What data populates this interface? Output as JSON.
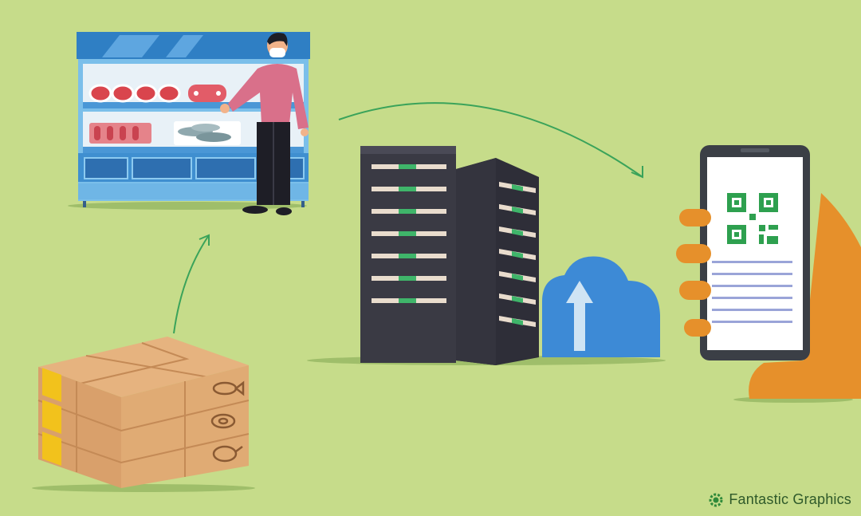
{
  "brand": {
    "text": "Fantastic Graphics",
    "icon": "gear-bulb-logo"
  },
  "colors": {
    "background": "#c6dc8a",
    "arrow": "#3aa35a",
    "fridge_blue": "#3f8fd0",
    "server_dark": "#3a3a44",
    "cloud_blue": "#3d8ad6",
    "qr_green": "#2ea04f",
    "phone_dark": "#3b3f46",
    "hand_orange": "#e6902b",
    "box_tan": "#e0ab74"
  },
  "scene": {
    "steps": [
      "boxes-of-food",
      "store-fridge-with-shopper",
      "server-and-cloud",
      "phone-with-qr-code"
    ]
  }
}
